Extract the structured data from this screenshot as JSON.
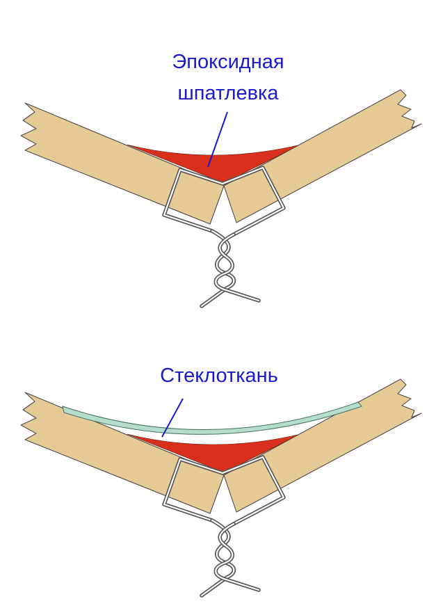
{
  "top_panel": {
    "label_line1": "Эпоксидная",
    "label_line2": "шпатлевка"
  },
  "bottom_panel": {
    "label": "Стеклоткань"
  },
  "colors": {
    "label_text": "#1a1acc",
    "leader_line": "#1a1acc",
    "wood_fill": "#e6cb97",
    "wood_stroke": "#4a4a4a",
    "epoxy_fill": "#d9301e",
    "fiberglass_fill": "#b6dccb",
    "wire_stroke": "#555555"
  },
  "icons": {
    "wire_stitch": "twisted-copper-wire-icon"
  }
}
